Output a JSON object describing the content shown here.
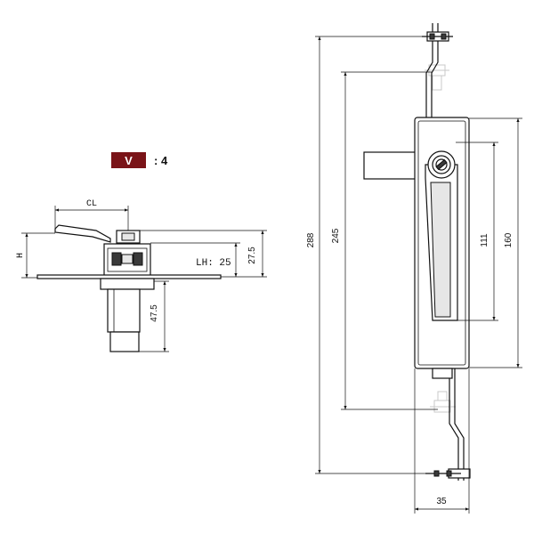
{
  "badge": {
    "letter": "V",
    "value": ": 4",
    "color": "#7a1418"
  },
  "side_view": {
    "cl_label": "CL",
    "h_label": "H",
    "lh_label": "LH: 25",
    "dim_height": "27.5",
    "dim_below": "47.5"
  },
  "front_view": {
    "dim_total": "288",
    "dim_rod": "245",
    "dim_body": "160",
    "dim_handle": "111",
    "dim_width": "35"
  }
}
